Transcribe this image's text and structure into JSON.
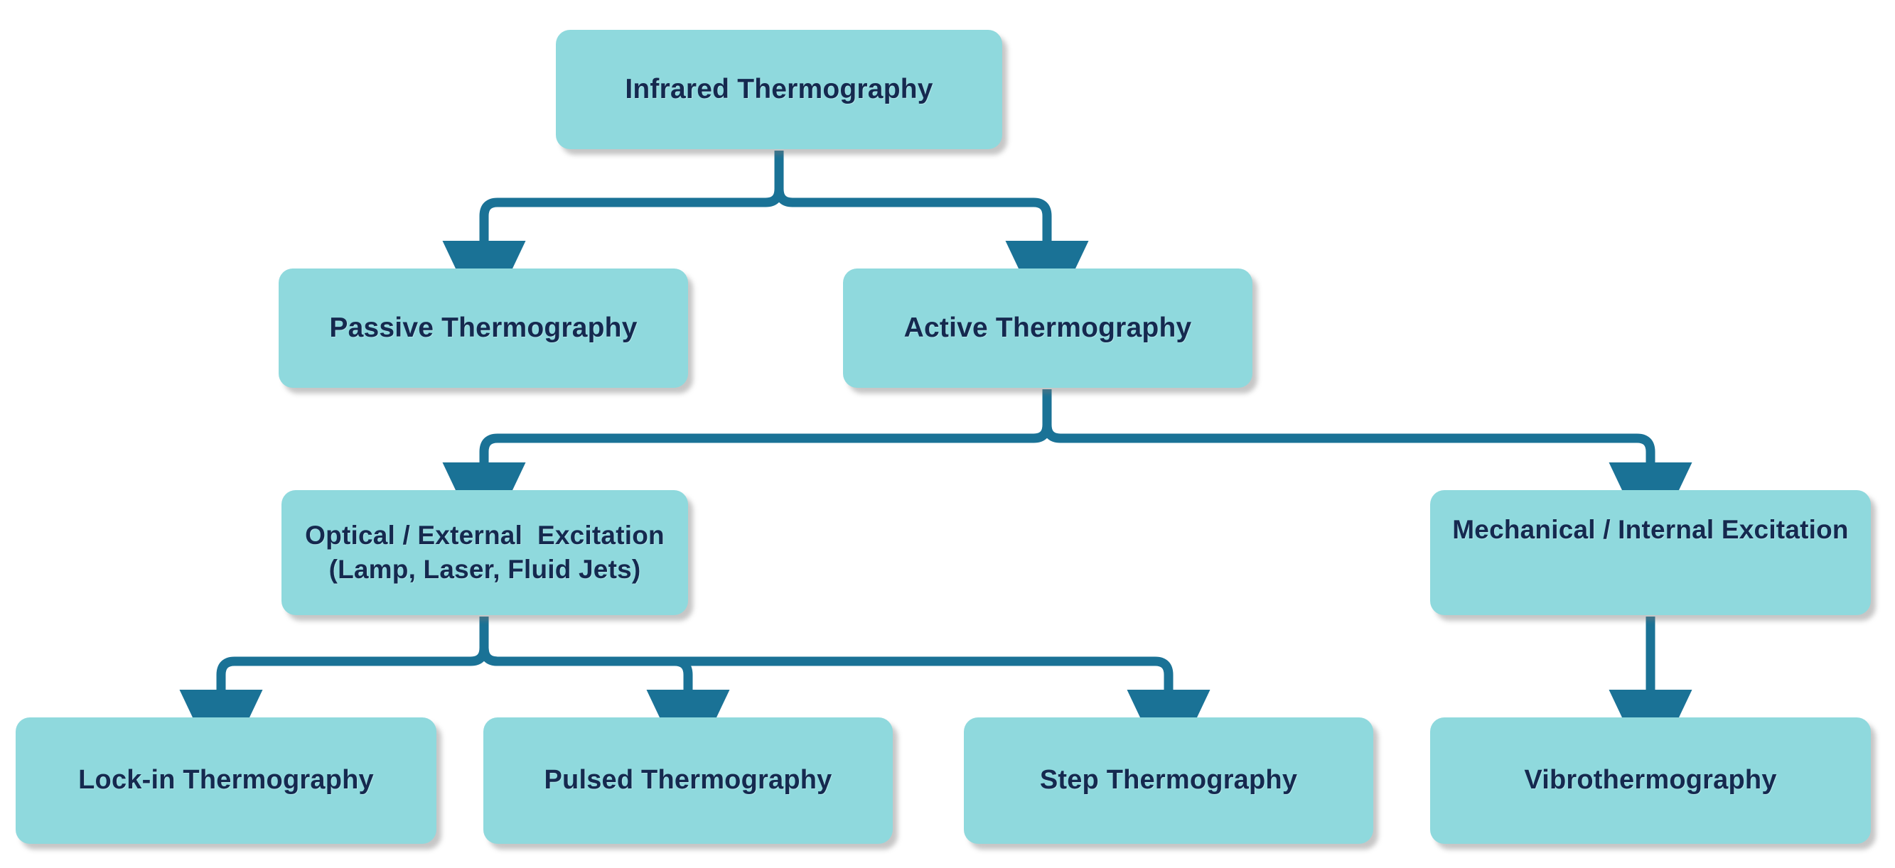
{
  "diagram": {
    "title": "Infrared Thermography Classification",
    "colors": {
      "node_fill": "#8FD9DD",
      "node_text": "#15294F",
      "edge": "#1A7296",
      "background": "#FFFFFF",
      "shadow": "#BDBDBD"
    },
    "nodes": {
      "root": {
        "label": "Infrared Thermography",
        "level": 1
      },
      "passive": {
        "label": "Passive Thermography",
        "level": 2
      },
      "active": {
        "label": "Active Thermography",
        "level": 2
      },
      "optical": {
        "label": "Optical / External  Excitation\n(Lamp, Laser, Fluid Jets)",
        "level": 3
      },
      "mechanical": {
        "label": "Mechanical / Internal Excitation",
        "level": 3
      },
      "lockin": {
        "label": "Lock-in Thermography",
        "level": 4
      },
      "pulsed": {
        "label": "Pulsed Thermography",
        "level": 4
      },
      "step": {
        "label": "Step Thermography",
        "level": 4
      },
      "vibro": {
        "label": "Vibrothermography",
        "level": 4
      }
    },
    "edges": [
      {
        "from": "root",
        "to": "passive"
      },
      {
        "from": "root",
        "to": "active"
      },
      {
        "from": "active",
        "to": "optical"
      },
      {
        "from": "active",
        "to": "mechanical"
      },
      {
        "from": "optical",
        "to": "lockin"
      },
      {
        "from": "optical",
        "to": "pulsed"
      },
      {
        "from": "optical",
        "to": "step"
      },
      {
        "from": "mechanical",
        "to": "vibro"
      }
    ]
  }
}
